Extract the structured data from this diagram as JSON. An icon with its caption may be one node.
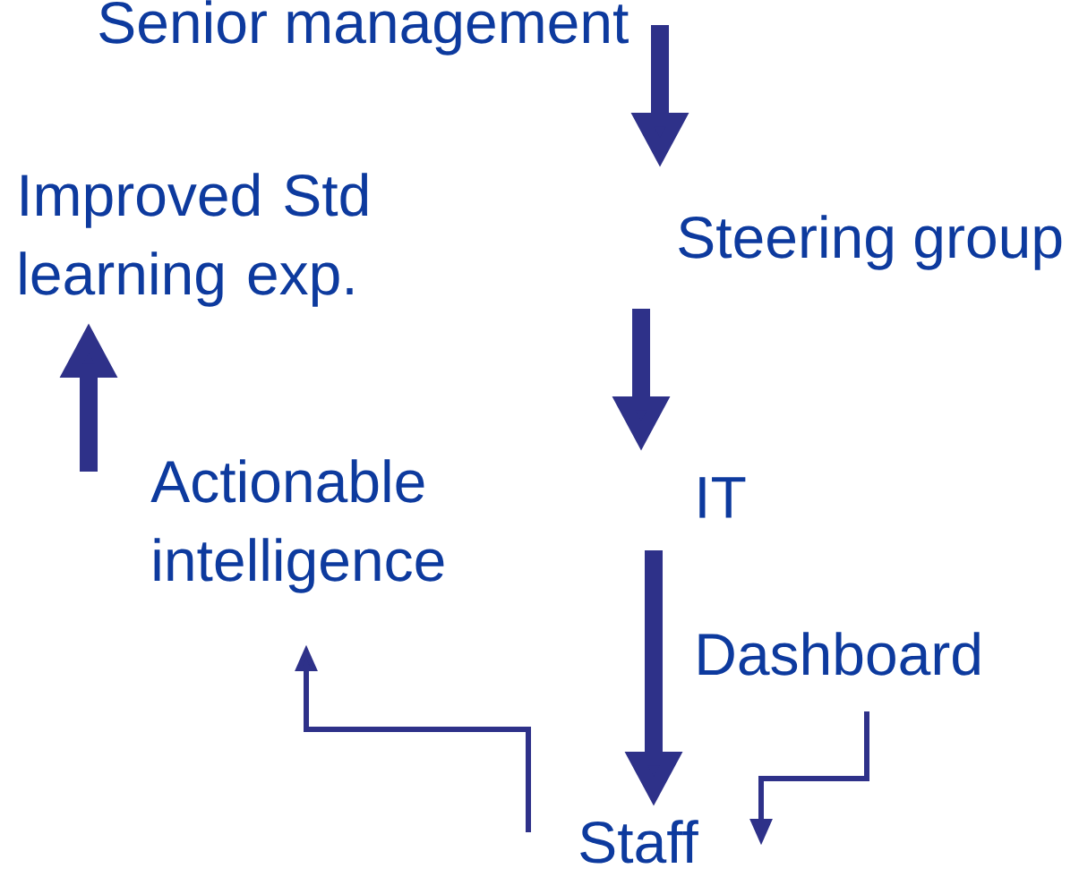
{
  "diagram": {
    "nodes": [
      {
        "text": [
          "Senior management"
        ]
      },
      {
        "text": [
          "Steering group"
        ]
      },
      {
        "text": [
          "IT"
        ]
      },
      {
        "text": [
          "Dashboard"
        ]
      },
      {
        "text": [
          "Staff"
        ]
      },
      {
        "text": [
          "Actionable intelligence"
        ]
      },
      {
        "text": [
          "Improved Std learning exp."
        ]
      }
    ],
    "edges": [
      {
        "from": 0,
        "to": 1,
        "arrow": "to"
      },
      {
        "from": 1,
        "to": 2,
        "arrow": "to"
      },
      {
        "from": 2,
        "to": 4,
        "arrow": "to"
      },
      {
        "from": 3,
        "to": 4,
        "arrow": "to"
      },
      {
        "from": 4,
        "to": 5,
        "arrow": "to"
      },
      {
        "from": 5,
        "to": 6,
        "arrow": "to"
      }
    ]
  }
}
